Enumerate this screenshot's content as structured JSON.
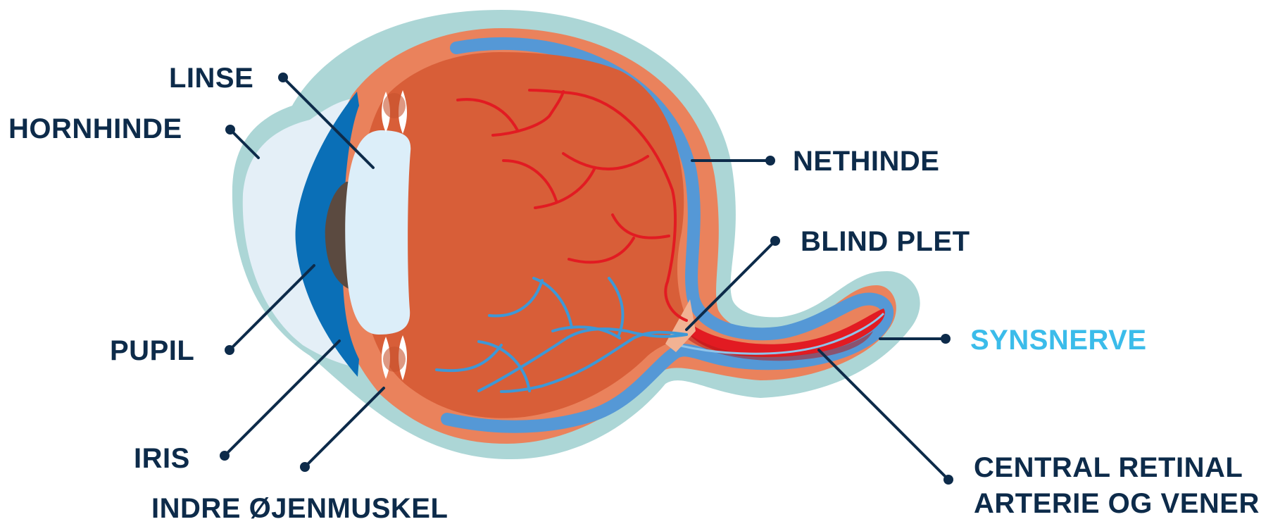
{
  "labels": {
    "linse": "LINSE",
    "hornhinde": "HORNHINDE",
    "pupil": "PUPIL",
    "iris": "IRIS",
    "indre_ojenmuskel": "INDRE ØJENMUSKEL",
    "nethinde": "NETHINDE",
    "blind_plet": "BLIND PLET",
    "synsnerve": "SYNSNERVE",
    "central_retinal_line1": "CENTRAL RETINAL",
    "central_retinal_line2": "ARTERIE OG VENER"
  },
  "colors": {
    "label_text": "#0d2b4a",
    "highlight_label": "#3bbcea",
    "outer_sclera": "#acd6d6",
    "cornea_fill": "#e4eff7",
    "choroid": "#ea825c",
    "vitreous": "#d85e38",
    "retina_band": "#5598d6",
    "iris": "#0a6fb7",
    "pupil": "#5b4a40",
    "lens": "#dceef9",
    "artery": "#e21b22",
    "vein": "#3e98d6"
  }
}
